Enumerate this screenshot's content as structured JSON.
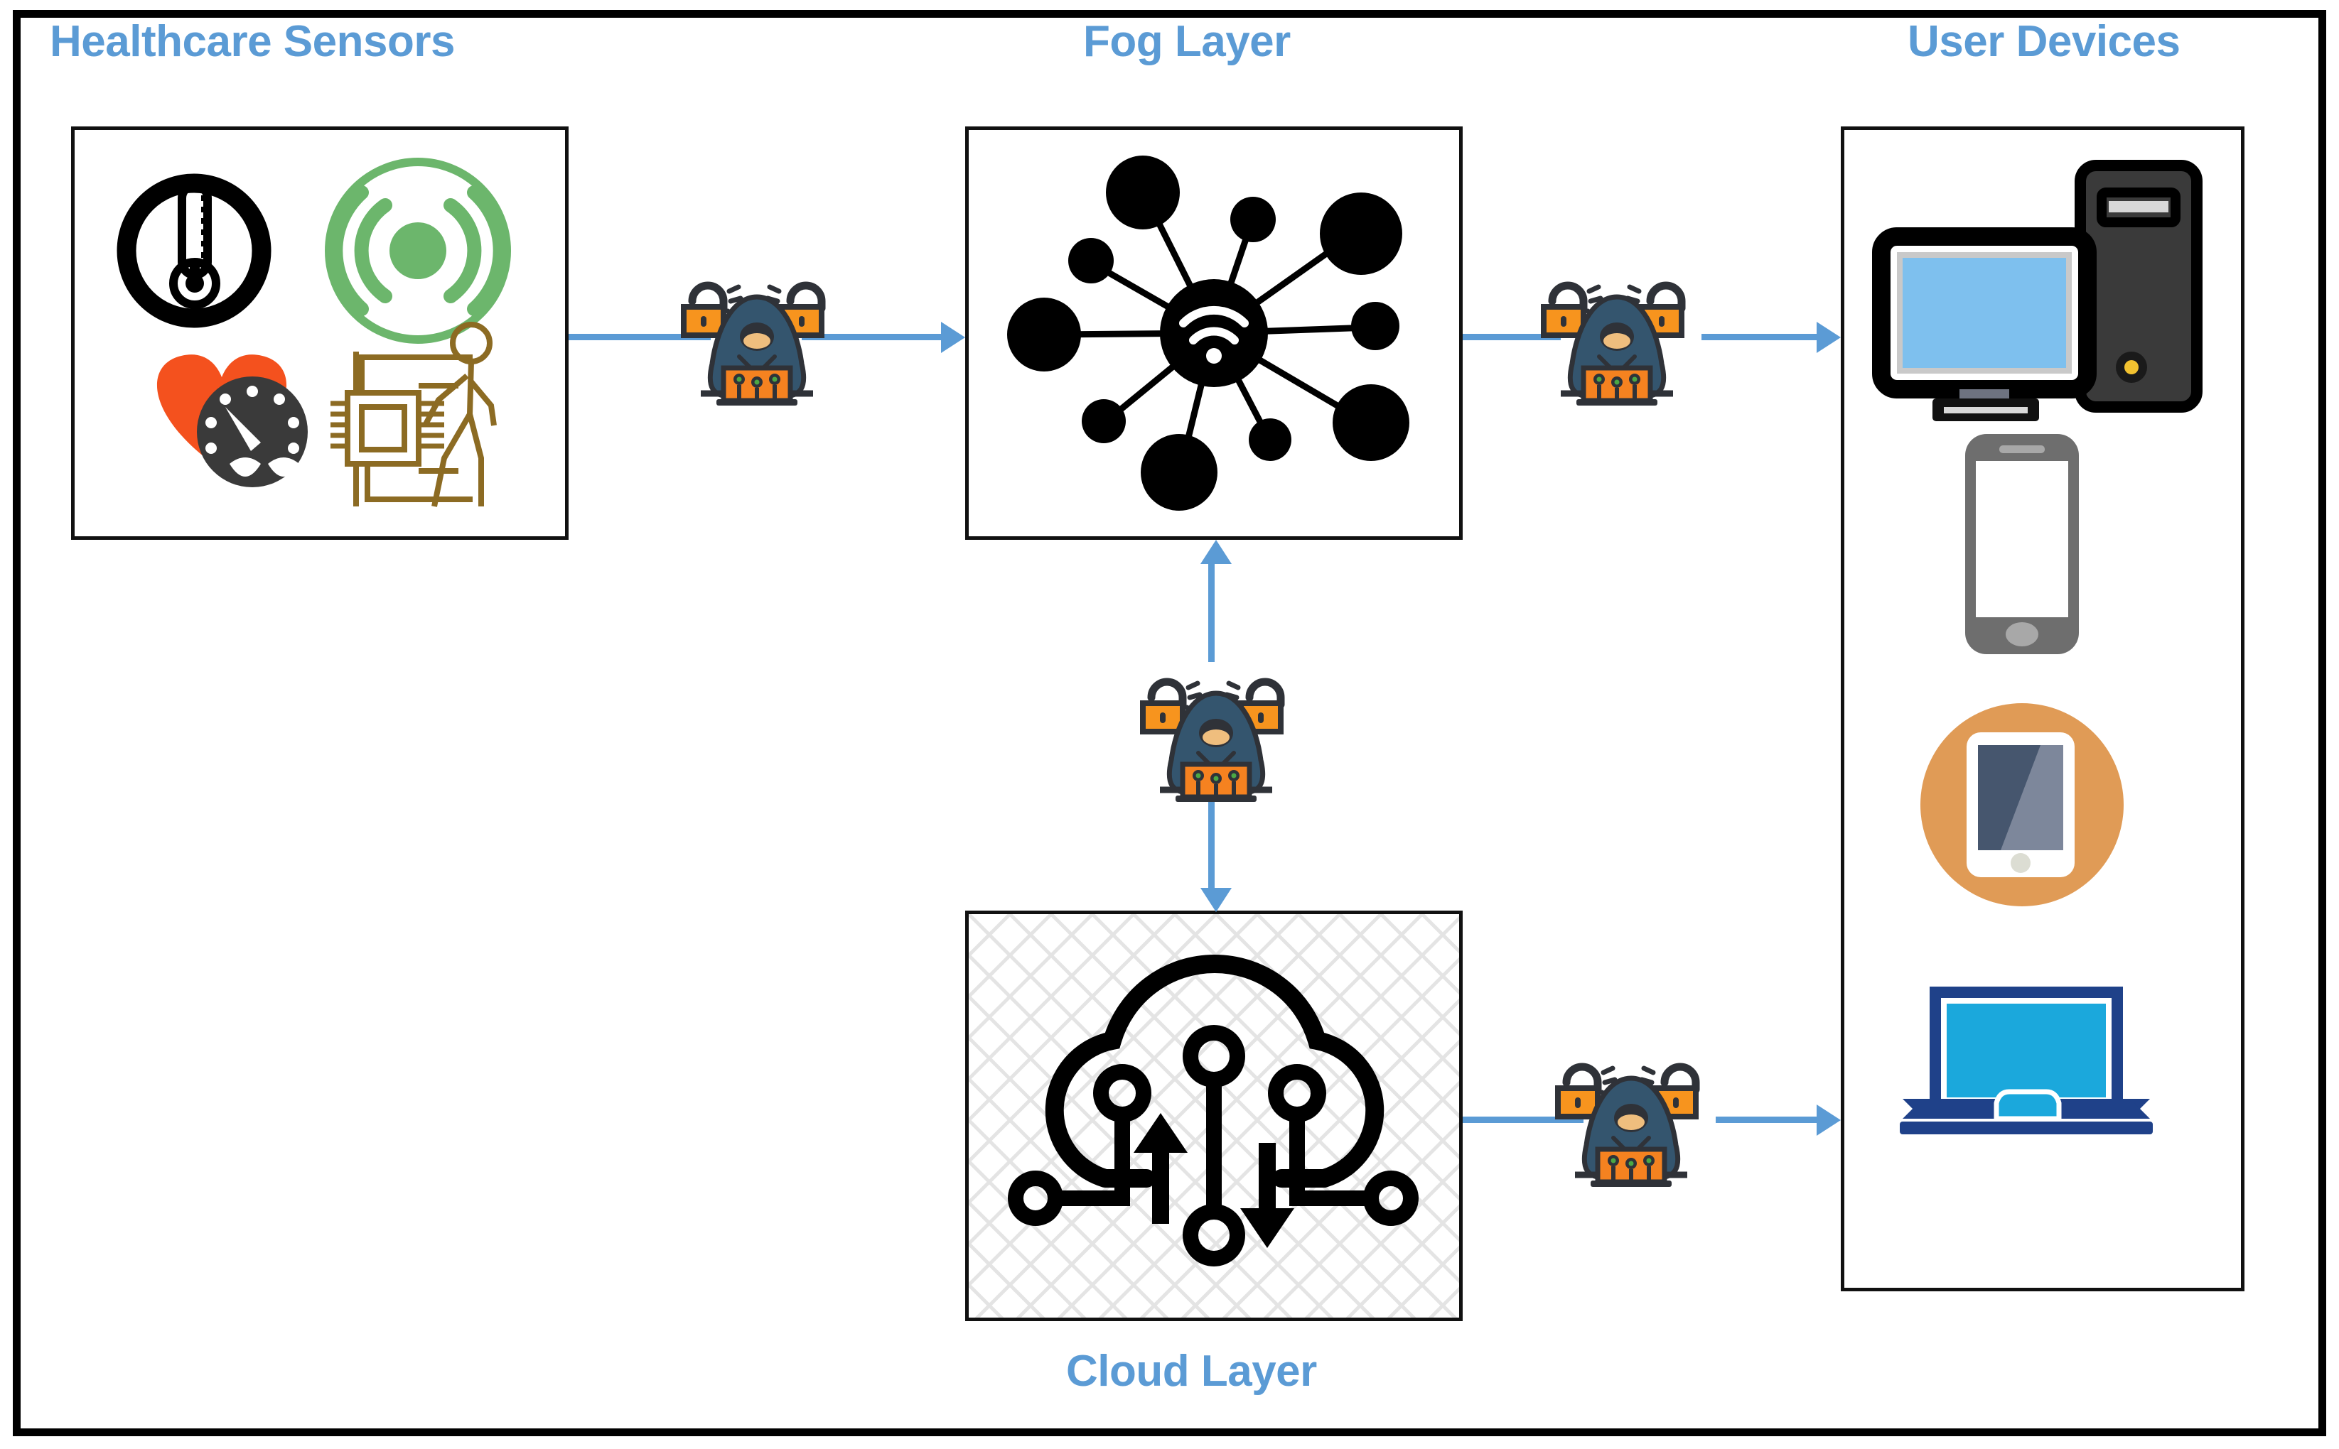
{
  "diagram": {
    "title_color": "#5B9BD5",
    "frame_color": "#000000",
    "background": "#FFFFFF"
  },
  "columns": {
    "sensors": {
      "title": "Healthcare Sensors"
    },
    "fog": {
      "title": "Fog Layer"
    },
    "cloud": {
      "title": "Cloud Layer"
    },
    "devices": {
      "title": "User Devices"
    }
  },
  "sensors_panel": {
    "icons": [
      {
        "name": "temperature-sensor-icon",
        "label": "Thermometer",
        "color": "#000000"
      },
      {
        "name": "wireless-signal-sensor-icon",
        "label": "Wireless Signal",
        "color": "#6CB66C"
      },
      {
        "name": "heart-rate-sensor-icon",
        "label": "Heart Rate",
        "color": "#F4511E"
      },
      {
        "name": "motion-activity-sensor-icon",
        "label": "Motion / Activity Chip",
        "color": "#8C6B23"
      }
    ]
  },
  "fog_panel": {
    "icon": {
      "name": "fog-network-hub-icon",
      "label": "Wireless Network Hub",
      "color": "#000000"
    },
    "node_count": 11
  },
  "cloud_panel": {
    "icon": {
      "name": "cloud-computing-icon",
      "label": "Cloud with Data Flow",
      "color": "#000000"
    },
    "pattern": "cross-hatch"
  },
  "devices_panel": {
    "icons": [
      {
        "name": "desktop-computer-icon",
        "label": "Desktop PC",
        "screen_color": "#7EC0EE",
        "tower_color": "#3A3A3A"
      },
      {
        "name": "smartphone-icon",
        "label": "Smartphone",
        "color": "#6E6E6E"
      },
      {
        "name": "tablet-icon",
        "label": "Tablet",
        "circle_color": "#E09B56",
        "screen_color": "#46566E"
      },
      {
        "name": "laptop-icon",
        "label": "Laptop",
        "body_color": "#1F4189",
        "screen_color": "#1BA8DC"
      }
    ]
  },
  "threats": [
    {
      "name": "hacker-sensors-to-fog",
      "label": "Attacker",
      "hood_color": "#34556E",
      "laptop_color": "#F58220",
      "lock_color": "#F7941E"
    },
    {
      "name": "hacker-fog-to-devices",
      "label": "Attacker",
      "hood_color": "#34556E",
      "laptop_color": "#F58220",
      "lock_color": "#F7941E"
    },
    {
      "name": "hacker-fog-to-cloud",
      "label": "Attacker",
      "hood_color": "#34556E",
      "laptop_color": "#F58220",
      "lock_color": "#F7941E"
    },
    {
      "name": "hacker-cloud-to-devices",
      "label": "Attacker",
      "hood_color": "#34556E",
      "laptop_color": "#F58220",
      "lock_color": "#F7941E"
    }
  ],
  "flows": [
    {
      "name": "flow-sensors-to-fog",
      "direction": "right"
    },
    {
      "name": "flow-fog-to-devices",
      "direction": "right"
    },
    {
      "name": "flow-fog-cloud",
      "direction": "both"
    },
    {
      "name": "flow-cloud-to-devices",
      "direction": "right"
    }
  ]
}
